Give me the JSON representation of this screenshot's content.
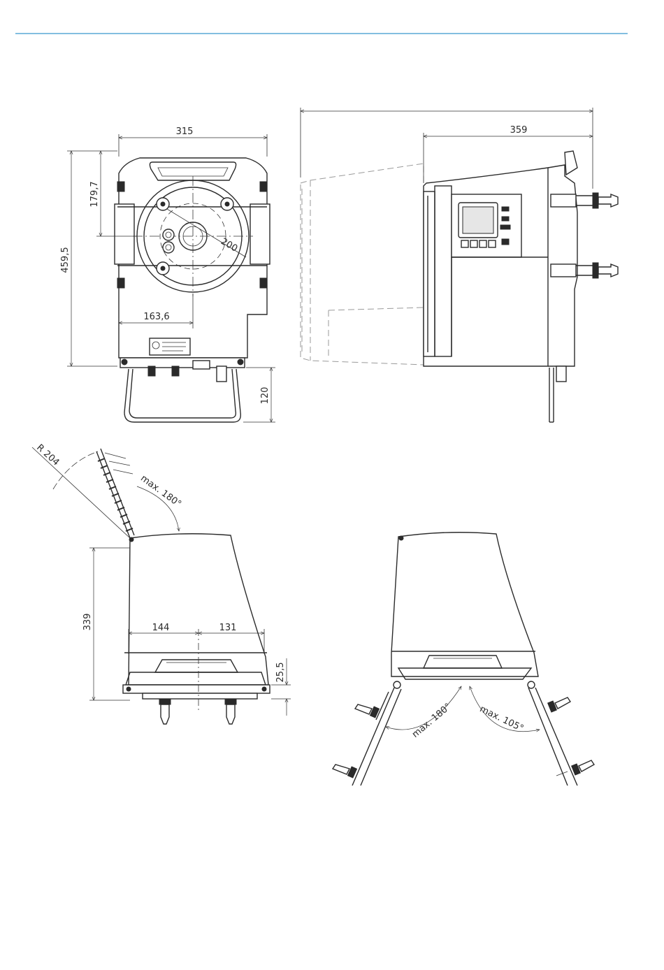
{
  "colors": {
    "rule": "#5aa8d6",
    "line": "#2b2b2b",
    "hidden": "#9a9a9a"
  },
  "front_view": {
    "width": "315",
    "height_total": "459,5",
    "height_upper": "179,7",
    "diameter": "200",
    "offset": "163,6",
    "handle_depth": "120"
  },
  "side_view": {
    "depth": "359"
  },
  "open_lid_view": {
    "radius": "R 204",
    "lid_angle": "max. 180°",
    "height": "339",
    "left": "144",
    "right": "131",
    "base": "25,5"
  },
  "open_doors_view": {
    "left_angle": "max. 180°",
    "right_angle": "max. 105°"
  }
}
